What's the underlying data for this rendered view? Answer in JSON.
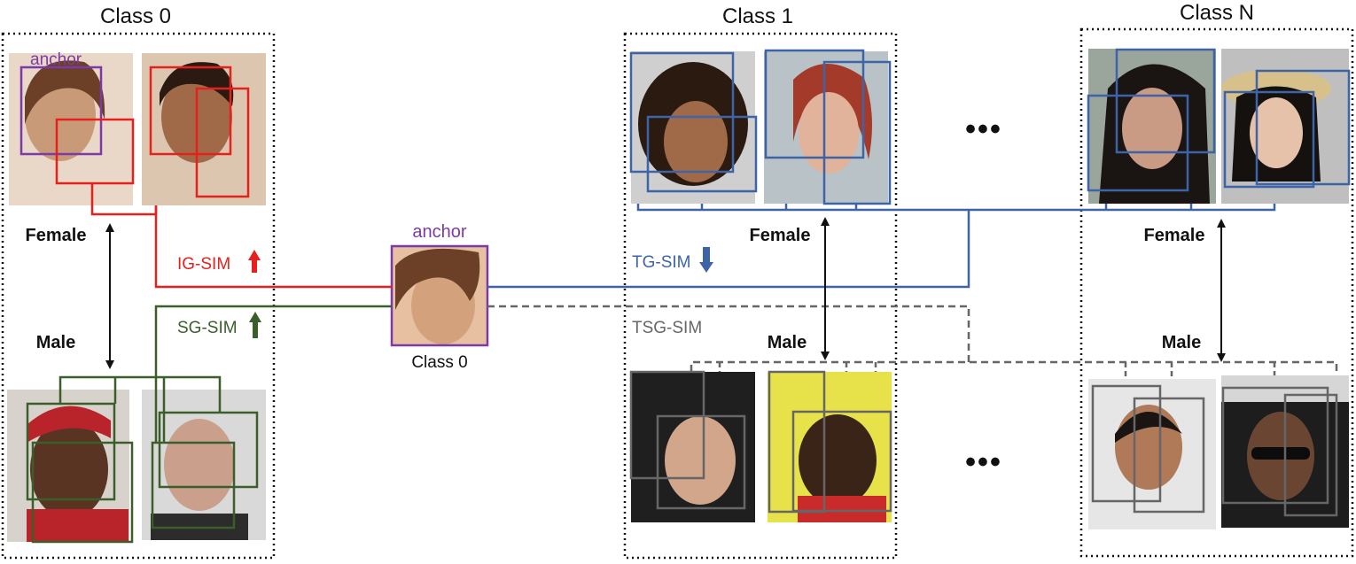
{
  "classes": {
    "class0": {
      "title": "Class 0",
      "anchor_label": "anchor",
      "female_label": "Female",
      "male_label": "Male"
    },
    "class1": {
      "title": "Class 1",
      "female_label": "Female",
      "male_label": "Male"
    },
    "classN": {
      "title": "Class N",
      "female_label": "Female",
      "male_label": "Male"
    }
  },
  "center": {
    "anchor_label": "anchor",
    "class_label": "Class 0"
  },
  "sims": {
    "ig": {
      "label": "IG-SIM",
      "direction": "up",
      "color": "#e5201d"
    },
    "sg": {
      "label": "SG-SIM",
      "direction": "up",
      "color": "#3b5e2b"
    },
    "tg": {
      "label": "TG-SIM",
      "direction": "down",
      "color": "#3e64a8"
    },
    "tsg": {
      "label": "TSG-SIM",
      "color": "#666666"
    }
  },
  "ellipsis": {
    "top": "•••",
    "bottom": "•••"
  },
  "colors": {
    "anchor": "#7b3aa8",
    "female": "#3e64a8",
    "male": "#666666"
  }
}
